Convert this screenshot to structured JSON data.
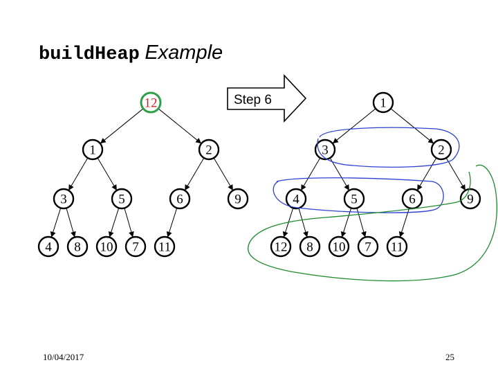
{
  "slide": {
    "title_code": "buildHeap",
    "title_text": "Example",
    "date": "10/04/2017",
    "page_number": "25"
  },
  "step_label": "Step 6",
  "colors": {
    "node_stroke": "#000000",
    "highlight_ring": "#2e9e4a",
    "highlight_text": "#e01b1b",
    "blue_ink": "#2b3fd0",
    "green_ink": "#1c8a2c"
  },
  "before_tree": {
    "nodes": [
      "12",
      "1",
      "2",
      "3",
      "5",
      "6",
      "9",
      "4",
      "8",
      "10",
      "7",
      "11"
    ],
    "highlighted_node_index": 0
  },
  "after_tree": {
    "nodes": [
      "1",
      "3",
      "2",
      "4",
      "5",
      "6",
      "9",
      "12",
      "8",
      "10",
      "7",
      "11"
    ]
  }
}
